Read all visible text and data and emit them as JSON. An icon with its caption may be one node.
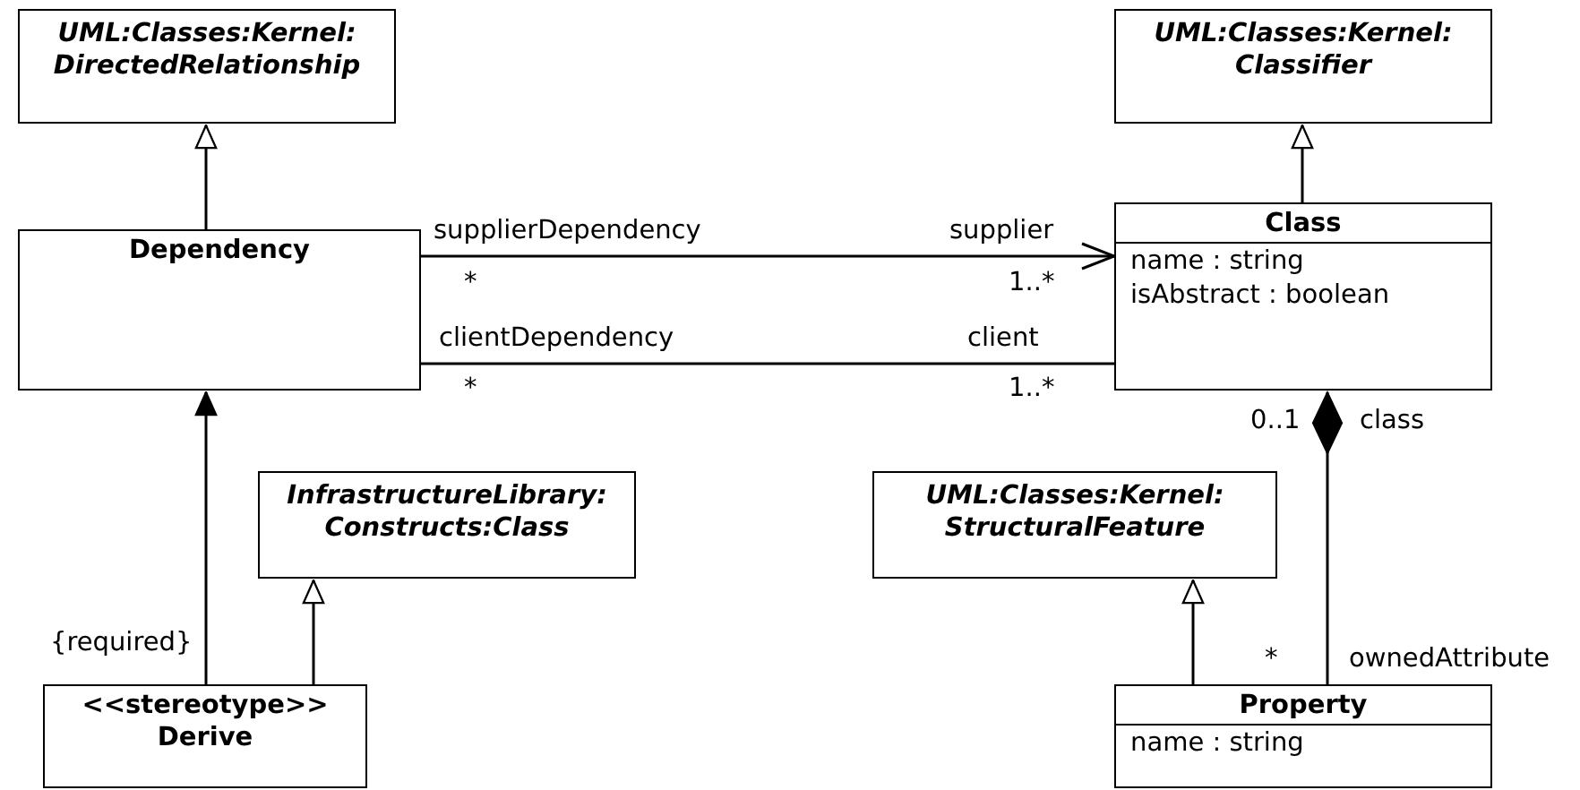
{
  "diagram": {
    "nodes": [
      {
        "text": [
          "UML:Classes:Kernel: DirectedRelationship"
        ]
      },
      {
        "text": [
          "UML:Classes:Kernel: Classifier"
        ]
      },
      {
        "text": [
          "Dependency"
        ]
      },
      {
        "text": [
          "Class",
          "name : string",
          "isAbstract : boolean"
        ]
      },
      {
        "text": [
          "InfrastructureLibrary: Constructs:Class"
        ]
      },
      {
        "text": [
          "UML:Classes:Kernel: StructuralFeature"
        ]
      },
      {
        "text": [
          "<<stereotype>> Derive"
        ]
      },
      {
        "text": [
          "Property",
          "name : string"
        ]
      }
    ],
    "edges": [
      {
        "from": 2,
        "to": 0,
        "arrow": "to"
      },
      {
        "from": 3,
        "to": 1,
        "arrow": "to"
      },
      {
        "from": 2,
        "to": 3,
        "arrow": "to"
      },
      {
        "from": 2,
        "to": 3,
        "arrow": "none"
      },
      {
        "from": 7,
        "to": 3,
        "arrow": "other"
      },
      {
        "from": 6,
        "to": 2,
        "arrow": "to",
        "label": "{required}"
      },
      {
        "from": 6,
        "to": 4,
        "arrow": "to"
      },
      {
        "from": 7,
        "to": 5,
        "arrow": "to"
      }
    ],
    "labels": [
      "supplierDependency",
      "supplier",
      "*",
      "1..*",
      "clientDependency",
      "client",
      "*",
      "1..*",
      "0..1",
      "class",
      "*",
      "ownedAttribute"
    ]
  }
}
